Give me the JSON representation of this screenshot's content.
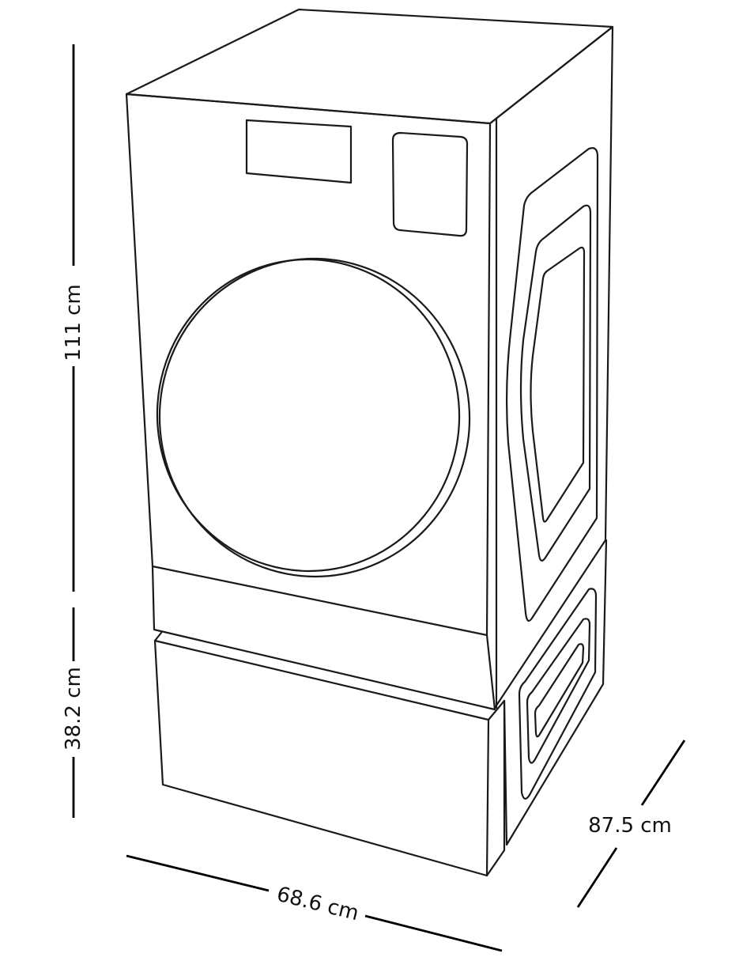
{
  "dimensions": {
    "height_upper": "111 cm",
    "height_lower": "38.2 cm",
    "width": "68.6 cm",
    "depth": "87.5 cm"
  },
  "colors": {
    "line": "#1a1a1a",
    "background": "#ffffff"
  }
}
